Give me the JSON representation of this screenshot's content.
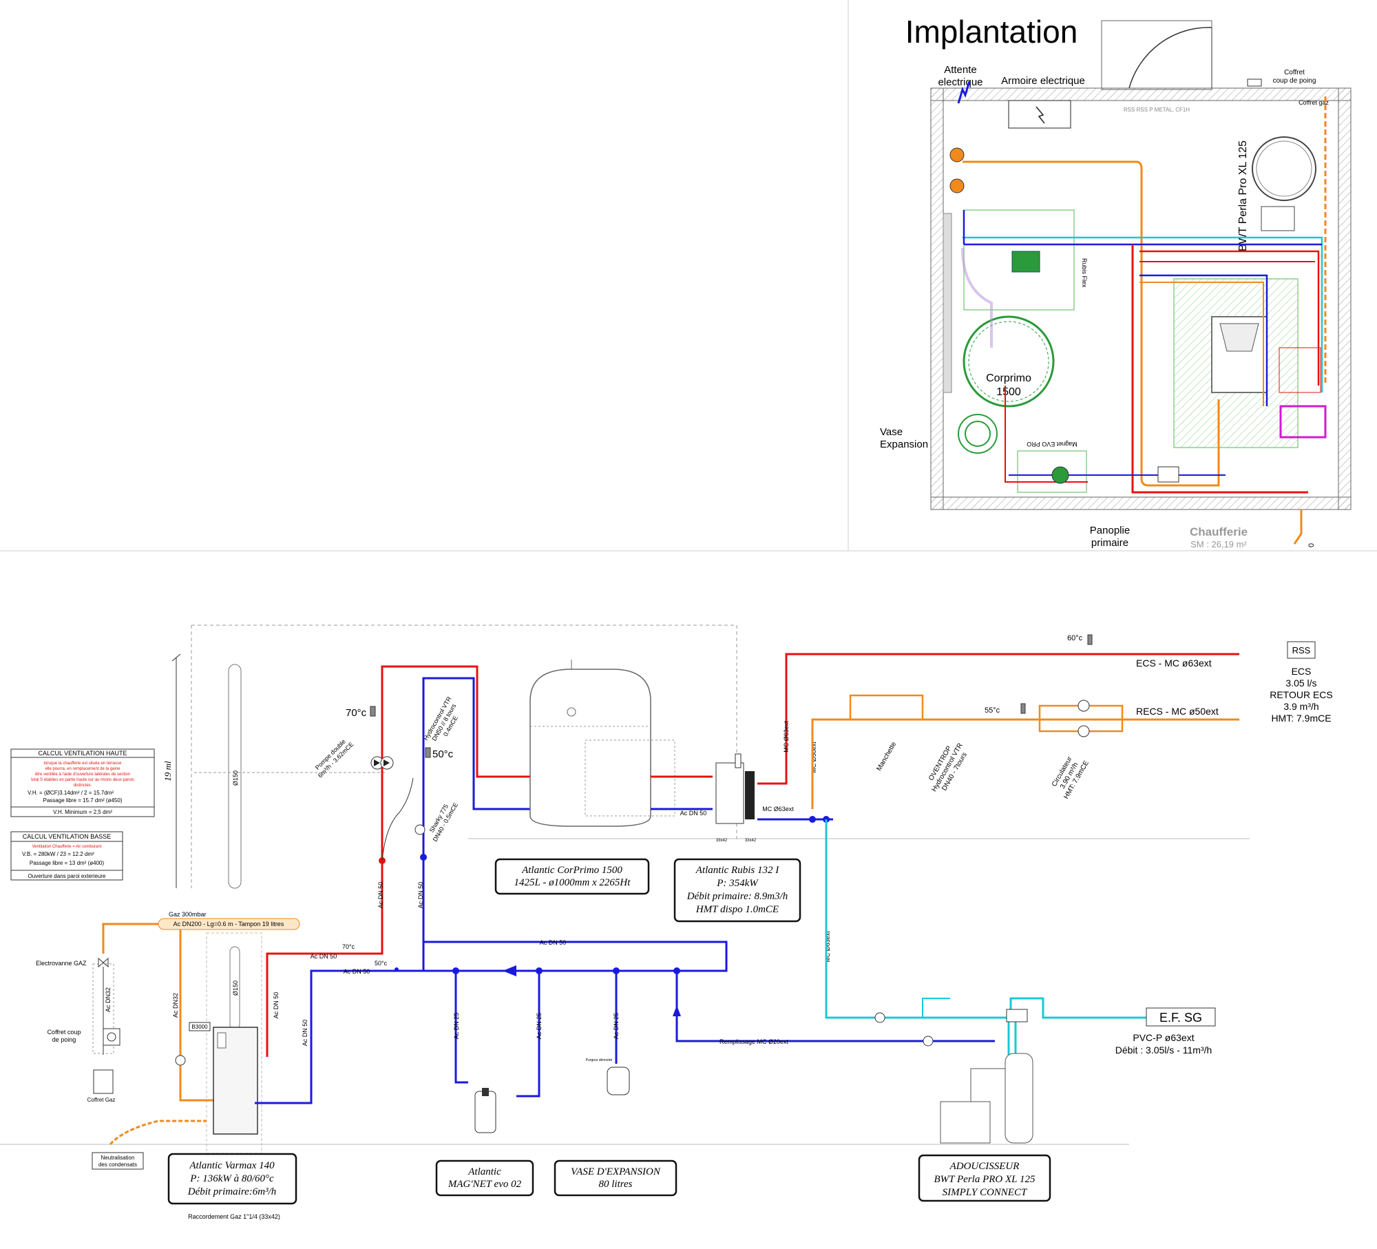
{
  "plan": {
    "title": "Implantation",
    "attente": "Attente electrique",
    "armoire": "Armoire electrique",
    "coffret_poing": "Coffret coup de poing",
    "coffret_gaz": "Coffret gaz",
    "rss_note": "RSS RSS P METAL, CF1H",
    "bwt": "BWT Perla Pro XL 125",
    "rubis": "Rubis Flex",
    "corprimo": "Corprimo 1500",
    "vase": "Vase Expansion",
    "magnet": "Magnet EVO PRO",
    "panoplie": "Panoplie primaire",
    "room_name": "Chaufferie",
    "room_area": "SM : 26,19 m²",
    "zero": "0"
  },
  "schema": {
    "ventil_haute": {
      "title": "CALCUL VENTILATION HAUTE",
      "red1": "lorsque la chaufferie est située en terrasse",
      "red2": "elle pourra, en remplacement de la gaine",
      "red3": "être ventilée à l'aide d'ouverture latérales de section",
      "red4": "total S établies en partie haute sur au moins deux parois",
      "red5": "distinctes.",
      "l1": "V.H.    = (ØCF)3.14dm² / 2 =  15.7dm²",
      "l2": "Passage libre = 15.7 dm² (ø450)",
      "l3": "V.H. Minimum = 2,5 dm²"
    },
    "ventil_basse": {
      "title": "CALCUL VENTILATION BASSE",
      "red": "Ventilation Chaufferie = Air comburant",
      "l1": "V.B.   = 280kW / 23 = 12.2 dm²",
      "l2": "Passage libre = 13 dm² (ø400)",
      "l3": "Ouverture dans paroi exterieure"
    },
    "height": "19 ml",
    "flue1": "Ø150",
    "flue2": "Ø150",
    "gaz_pressure": "Gaz 300mbar",
    "gaz_tampon": "Ac DN200 - Lg=0.6 m - Tampon 19 litres",
    "electrovanne": "Electrovanne GAZ",
    "ac_dn32a": "Ac DN32",
    "ac_dn32b": "Ac DN32",
    "coffret_poing": "Coffret coup de poing",
    "coffret_gaz": "Coffret Gaz",
    "b3000": "B3000",
    "neutralisation": "Neutralisation des condensats",
    "raccordement": "Raccordement Gaz 1\"1/4 (33x42)",
    "pompe": "Pompe double 6m³/h - 3.62mCE",
    "t70a": "70°c",
    "t50a": "50°c",
    "hydrocontrol": "Hydrocontrol VTR DN50 // 8 tours 0.4mCE",
    "sharky": "Sharky 775 DN40 - 0.5mCE",
    "ac50_v1": "Ac DN 50",
    "ac50_v2": "Ac DN 50",
    "ac50_v3": "Ac DN 50",
    "ac50_v4": "Ac DN 50",
    "ac50_h1": "Ac DN 50",
    "ac50_h2": "Ac DN 50",
    "ac50_h3": "Ac DN 50",
    "ac50_h4": "Ac DN 50",
    "t70b": "70°c",
    "t50b": "50°c",
    "ac25a": "Ac DN 25",
    "ac25b": "Ac DN 25",
    "ac25c": "Ac DN 25",
    "remplissage": "Remplissage MC Ø20ext",
    "purge": "Purgeur démonté",
    "dim1": "33x42",
    "dim2": "33x42",
    "mc63ext": "MC Ø63ext",
    "mc63v1": "MC Ø63ext",
    "mc50v": "MC Ø50ext",
    "mc63v2": "MC Ø63ext",
    "t60": "60°c",
    "ecs_line": "ECS - MC ø63ext",
    "t55": "55°c",
    "recs_line": "RECS - MC ø50ext",
    "manchette": "Manchette",
    "oventrop": "OVENTROP Hydrocontrol VTR DN40 - 7tours",
    "circulateur": "Circulateur 3.90 m³/h HMT: 7.9mCE",
    "rss_box": "RSS",
    "ecs_info": [
      "ECS",
      "3.05 l/s",
      "RETOUR ECS",
      "3.9 m³/h",
      "HMT: 7.9mCE"
    ],
    "ef_box": "E.F. SG",
    "pvc": "PVC-P ø63ext",
    "debit": "Débit :  3.05l/s - 11m³/h",
    "corprimo_box": [
      "Atlantic CorPrimo 1500",
      "1425L - ø1000mm x 2265Ht"
    ],
    "rubis_box": [
      "Atlantic Rubis 132 I",
      "P: 354kW",
      "Débit primaire: 8.9m3/h",
      "HMT dispo 1.0mCE"
    ],
    "varmax_box": [
      "Atlantic Varmax 140",
      "P: 136kW à 80/60°c",
      "Débit primaire:6m³/h"
    ],
    "magnet_box": [
      "Atlantic",
      "MAG'NET evo 02"
    ],
    "vase_box": [
      "VASE D'EXPANSION",
      "80  litres"
    ],
    "adouc_box": [
      "ADOUCISSEUR",
      "BWT Perla PRO XL 125",
      "SIMPLY CONNECT"
    ]
  },
  "colors": {
    "hot": "#e81010",
    "cold": "#1a1adc",
    "orange": "#f08a1c",
    "cyan": "#19c8d8",
    "green": "#2a9a3a",
    "wall": "#9a9a9a",
    "magenta": "#d21ad2"
  }
}
